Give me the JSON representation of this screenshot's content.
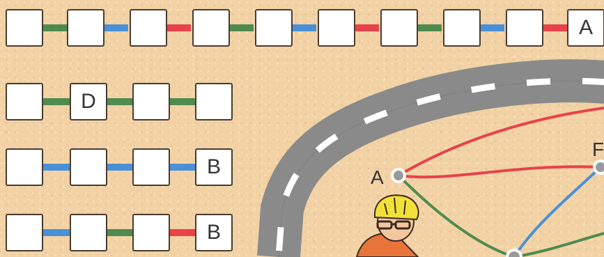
{
  "colors": {
    "green": "#4f8a4f",
    "blue": "#4a90d9",
    "red": "#e8424a",
    "road": "#8a8a8a",
    "background": "#f2d2a4"
  },
  "rows": [
    {
      "boxes": [
        "",
        "",
        "",
        "",
        "",
        "",
        "",
        "",
        "",
        "A"
      ],
      "links": [
        "green",
        "blue",
        "red",
        "green",
        "blue",
        "red",
        "green",
        "blue",
        "red"
      ]
    },
    {
      "boxes": [
        "",
        "D",
        "",
        ""
      ],
      "links": [
        "green",
        "green",
        "green"
      ]
    },
    {
      "boxes": [
        "",
        "",
        "",
        "B"
      ],
      "links": [
        "blue",
        "blue",
        "blue"
      ]
    },
    {
      "boxes": [
        "",
        "",
        "",
        "B"
      ],
      "links": [
        "blue",
        "green",
        "red"
      ]
    }
  ],
  "map": {
    "node_a_label": "A",
    "node_f_label": "F"
  }
}
